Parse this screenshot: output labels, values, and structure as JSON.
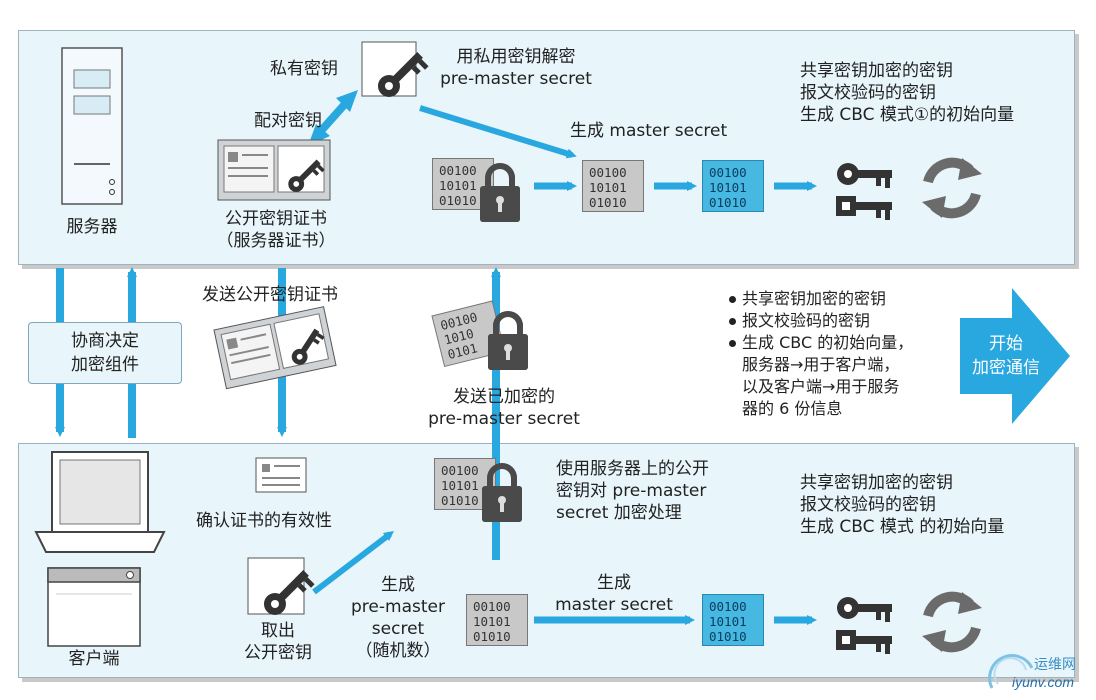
{
  "top": {
    "server_label": "服务器",
    "private_key_label": "私有密钥",
    "pair_key_label": "配对密钥",
    "decrypt_label": "用私用密钥解密\npre-master secret",
    "cert_label": "公开密钥证书\n（服务器证书）",
    "gen_master_label": "生成 master secret",
    "shared_keys_label": "共享密钥加密的密钥\n报文校验码的密钥\n生成 CBC 模式①的初始向量",
    "bin_text": "00100\n10101\n01010"
  },
  "middle": {
    "negotiate_label": "协商决定\n加密组件",
    "send_cert_label": "发送公开密钥证书",
    "send_encrypted_label": "发送已加密的\npre-master secret",
    "bullets": [
      "共享密钥加密的密钥",
      "报文校验码的密钥",
      "生成 CBC 的初始向量，\n服务器→用于客户端，\n以及客户端→用于服务\n器的 6 份信息"
    ],
    "start_label": "开始\n加密通信"
  },
  "bottom": {
    "client_label": "客户端",
    "verify_cert_label": "确认证书的有效性",
    "take_key_label": "取出\n公开密钥",
    "gen_premaster_label": "生成\npre-master\nsecret\n（随机数）",
    "encrypt_label": "使用服务器上的公开\n密钥对 pre-master\nsecret 加密处理",
    "gen_master_label": "生成\nmaster secret",
    "shared_keys_label": "共享密钥加密的密钥\n报文校验码的密钥\n生成 CBC 模式 的初始向量"
  },
  "watermark": {
    "line1": "运维网",
    "line2": "iyunv.com"
  },
  "colors": {
    "arrow": "#29a8e0",
    "panel_bg": "#e8f5fb",
    "bin_blue": "#46b8e2",
    "bin_gray": "#c8c8c8",
    "start_arrow": "#29a8e0"
  }
}
